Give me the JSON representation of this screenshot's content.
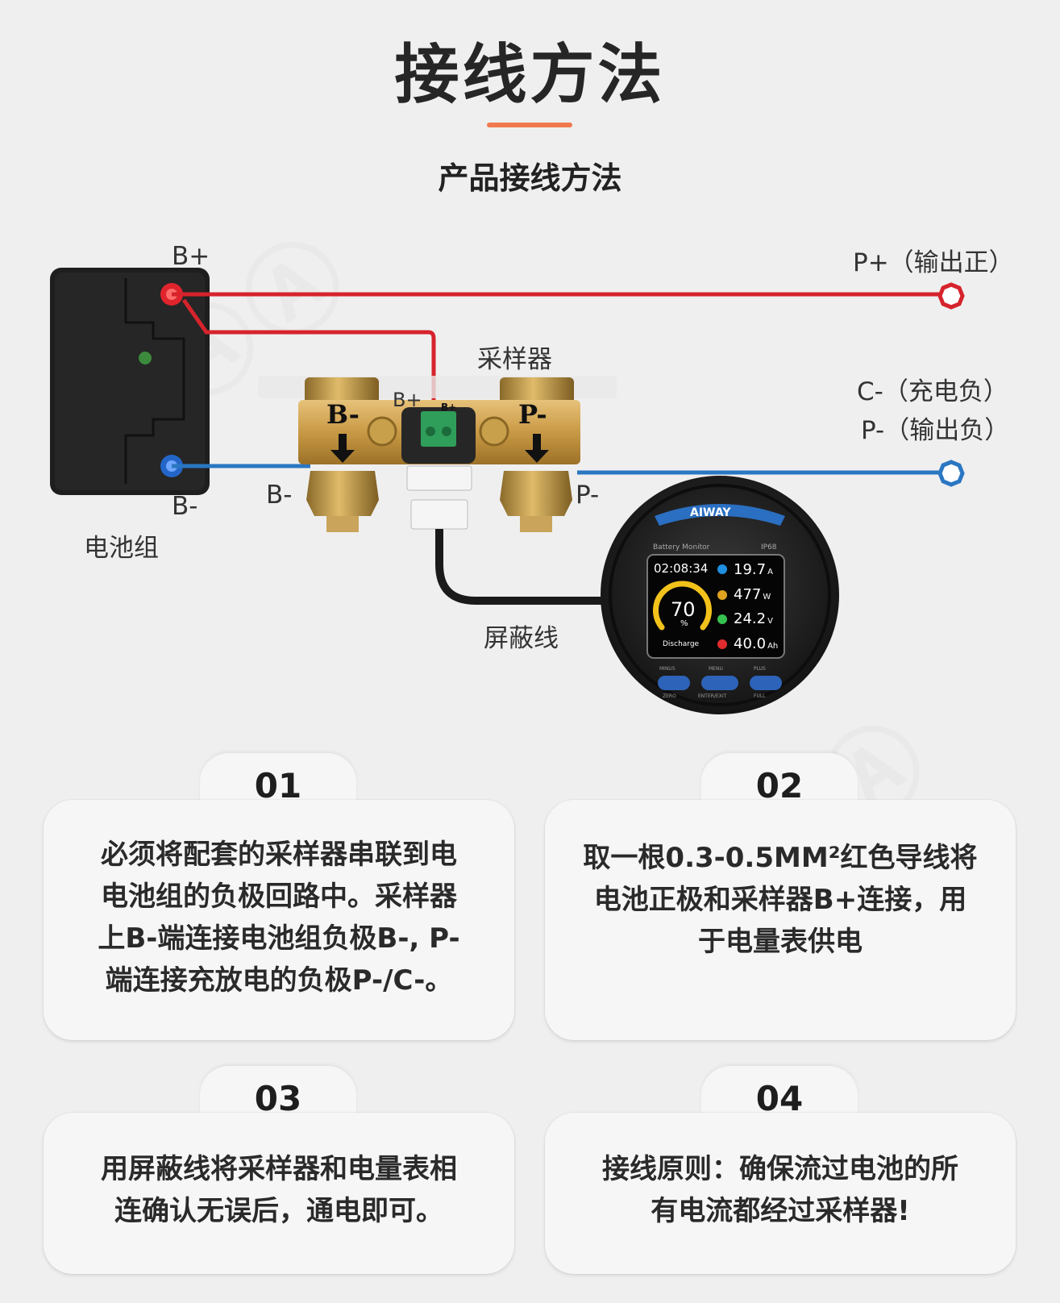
{
  "header": {
    "title": "接线方法",
    "subtitle": "产品接线方法"
  },
  "diagram": {
    "battery_label": "电池组",
    "b_plus": "B+",
    "b_minus": "B-",
    "sampler_label": "采样器",
    "sampler_b_minus": "B-",
    "sampler_p_minus": "P-",
    "sampler_b_plus": "B+",
    "terminal_b_plus": "B+",
    "p_plus_output": "P+（输出正）",
    "c_minus_charge": "C-（充电负）",
    "p_minus_output": "P-（输出负）",
    "shield_cable_label": "屏蔽线",
    "meter": {
      "brand": "AIWAY",
      "model": "Battery Monitor",
      "rating": "IP68",
      "time": "02:08:34",
      "soc": "70",
      "soc_unit": "%",
      "status": "Discharge",
      "current": "19.7",
      "current_unit": "A",
      "power": "477",
      "power_unit": "W",
      "voltage": "24.2",
      "voltage_unit": "V",
      "capacity": "40.0",
      "capacity_unit": "Ah",
      "btn_minus_top": "MINUS",
      "btn_menu_top": "MENU",
      "btn_plus_top": "PLUS",
      "btn_minus_bottom": "ZERO",
      "btn_menu_bottom": "ENTER/EXIT",
      "btn_plus_bottom": "FULL"
    },
    "colors": {
      "positive_wire": "#d6232c",
      "negative_wire": "#2a77c2",
      "accent": "#f07a4d"
    }
  },
  "cards": [
    {
      "num": "01",
      "lines": [
        "必须将配套的采样器串联到电",
        "电池组的负极回路中。采样器",
        "上B-端连接电池组负极B-, P-",
        "端连接充放电的负极P-/C-。"
      ]
    },
    {
      "num": "02",
      "lines": [
        "取一根0.3-0.5MM²红色导线将",
        "电池正极和采样器B+连接，用",
        "于电量表供电"
      ]
    },
    {
      "num": "03",
      "lines": [
        "用屏蔽线将采样器和电量表相",
        "连确认无误后，通电即可。"
      ]
    },
    {
      "num": "04",
      "lines": [
        "接线原则：确保流过电池的所",
        "有电流都经过采样器!"
      ]
    }
  ]
}
